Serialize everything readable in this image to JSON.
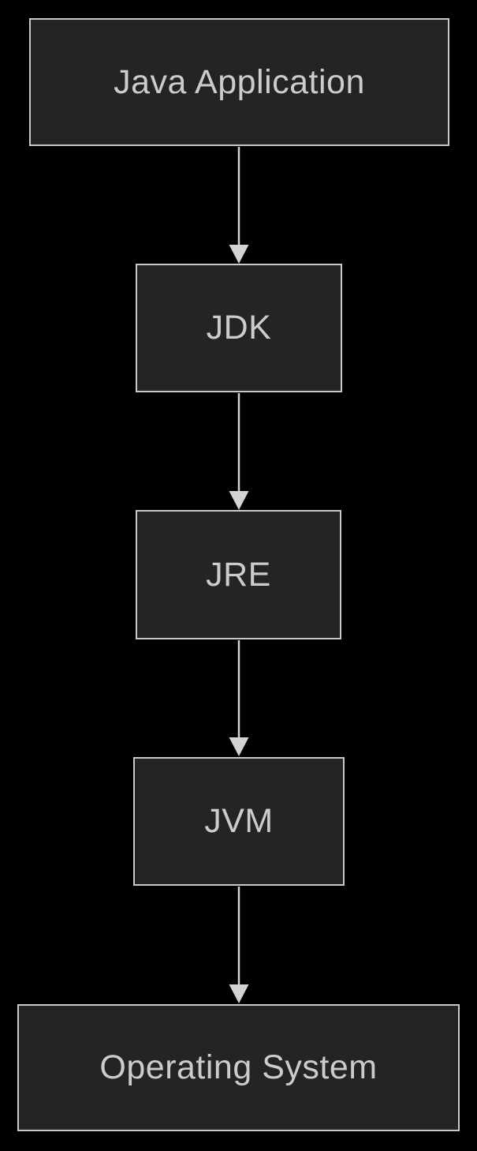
{
  "diagram": {
    "type": "flowchart",
    "direction": "top-down",
    "colors": {
      "background": "#000000",
      "node_fill": "#222425",
      "node_border": "#c9c9c9",
      "node_text": "#cccccc",
      "arrow": "#d3d3d3"
    },
    "nodes": [
      {
        "id": "java-application",
        "label": "Java Application"
      },
      {
        "id": "jdk",
        "label": "JDK"
      },
      {
        "id": "jre",
        "label": "JRE"
      },
      {
        "id": "jvm",
        "label": "JVM"
      },
      {
        "id": "operating-system",
        "label": "Operating System"
      }
    ],
    "edges": [
      {
        "from": "Java Application",
        "to": "JDK",
        "style": "arrow-down"
      },
      {
        "from": "JDK",
        "to": "JRE",
        "style": "arrow-down"
      },
      {
        "from": "JRE",
        "to": "JVM",
        "style": "arrow-down"
      },
      {
        "from": "JVM",
        "to": "Operating System",
        "style": "arrow-down"
      }
    ]
  }
}
